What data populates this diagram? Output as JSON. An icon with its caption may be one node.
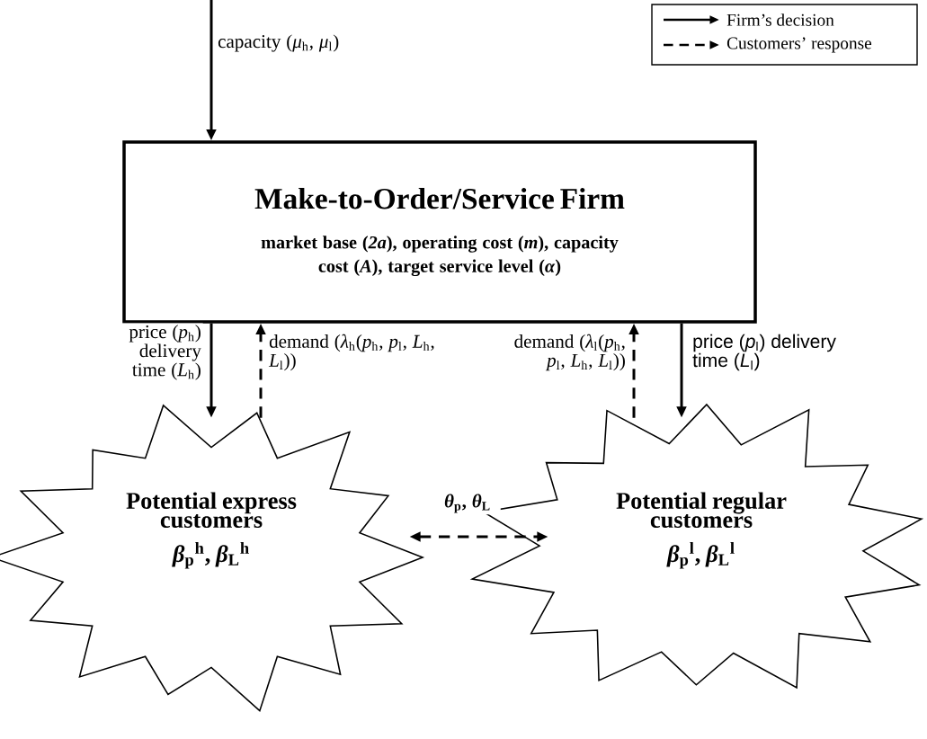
{
  "diagram": {
    "nodes": [
      {
        "text": [
          "Make-to-Order/Service Firm",
          "market base (*2a*), operating cost (*m*), capacity cost (*A*), target service level (*α*)"
        ]
      },
      {
        "text": [
          "Potential express customers",
          "*β*$_{p}$$^{h}$, *β*$_{L}$$^{h}$"
        ]
      },
      {
        "text": [
          "Potential regular customers",
          "*β*$_{p}$$^{l}$, *β*$_{L}$$^{l}$"
        ]
      }
    ],
    "edges": [
      {
        "from": null,
        "to": 0,
        "arrow": "to",
        "label": "capacity (*μ*$_{h}$, *μ*$_{l}$)"
      },
      {
        "from": 0,
        "to": 1,
        "arrow": "to",
        "label": "price (*p*$_{h}$) delivery time (*L*$_{h}$)"
      },
      {
        "from": 1,
        "to": 0,
        "arrow": "to",
        "style": "dashed",
        "label": "demand (*λ*$_{h}$(*p*$_{h}$, *p*$_{l}$, *L*$_{h}$, *L*$_{l}$))"
      },
      {
        "from": 2,
        "to": 0,
        "arrow": "to",
        "style": "dashed",
        "label": "demand (*λ*$_{l}$(*p*$_{h}$, *p*$_{l}$, *L*$_{h}$, *L*$_{l}$))"
      },
      {
        "from": 0,
        "to": 2,
        "arrow": "to",
        "label": "price (*p*$_{l}$) delivery time (*L*$_{l}$)"
      },
      {
        "from": 1,
        "to": 2,
        "arrow": "both",
        "style": "dashed",
        "label": "*θ*$_{p}$, *θ*$_{L}$"
      }
    ],
    "legend": [
      {
        "text": "Firm’s decision"
      },
      {
        "text": "Customers’ response"
      }
    ]
  }
}
